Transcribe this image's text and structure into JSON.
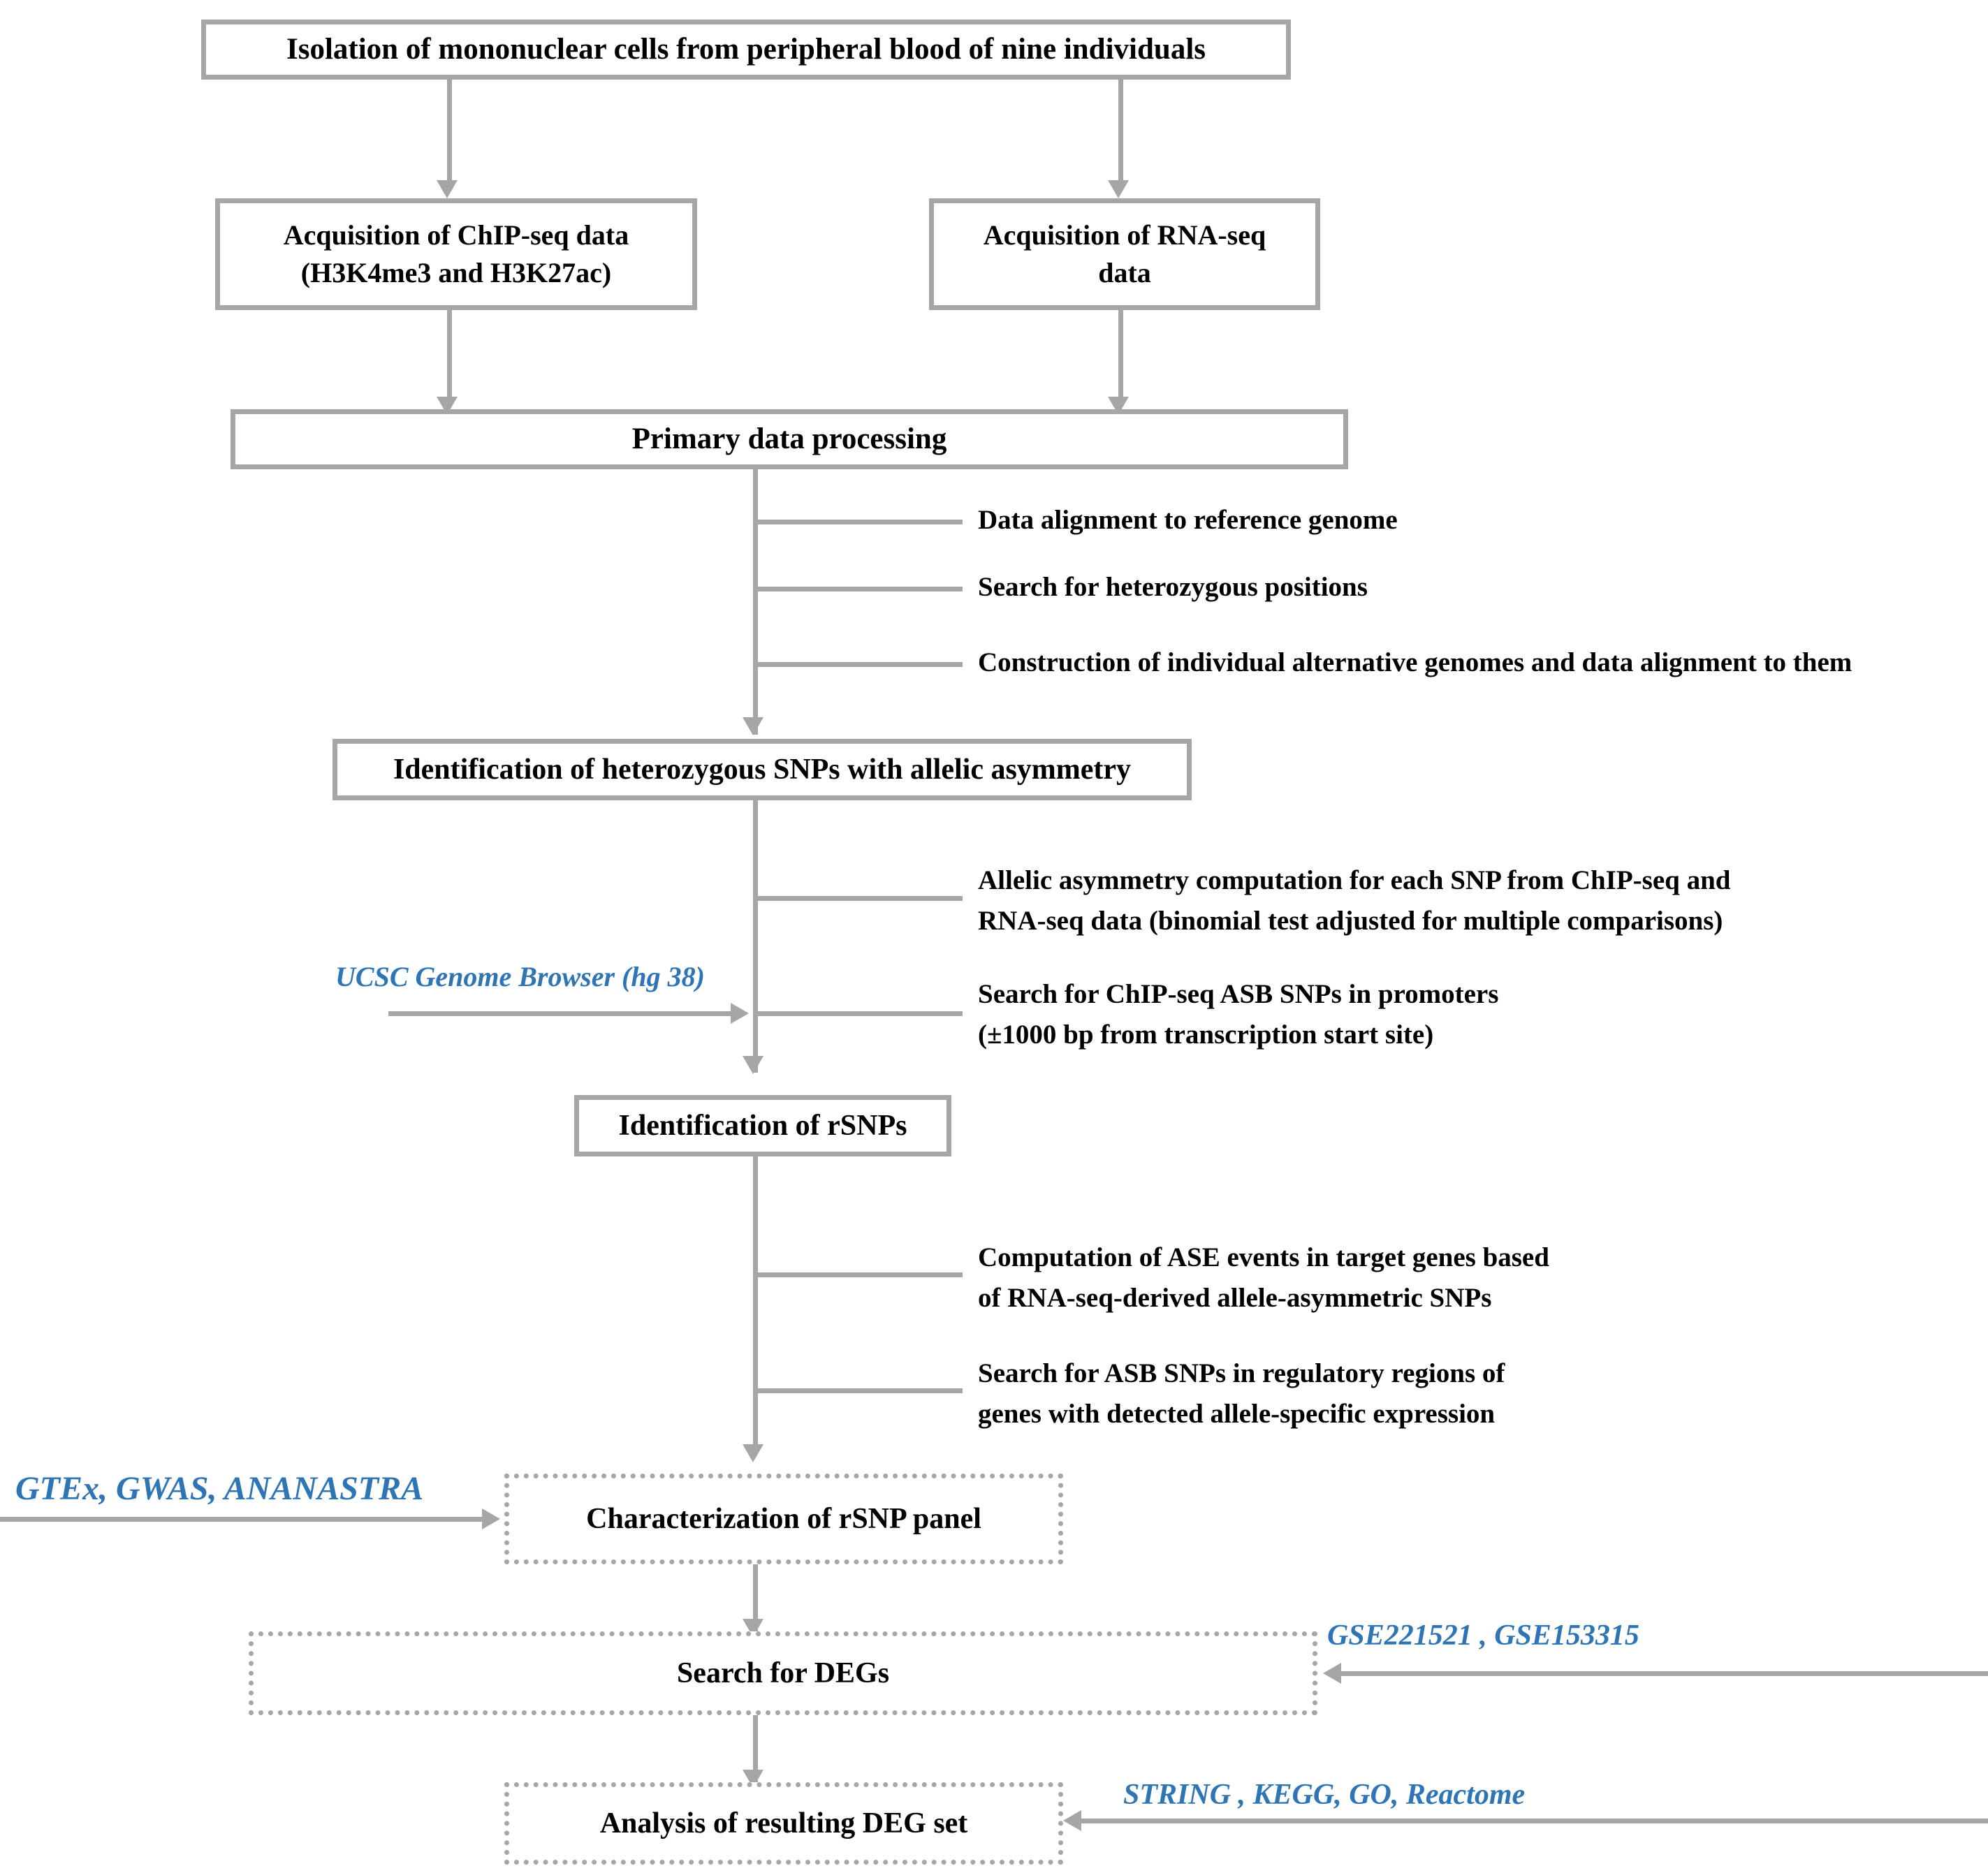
{
  "diagram": {
    "title": "Study workflow flowchart",
    "colors": {
      "box_border": "#a6a6a6",
      "connector": "#a6a6a6",
      "text": "#000000",
      "source_label": "#2e75b6",
      "background": "#ffffff"
    },
    "boxes": {
      "isolation": "Isolation of mononuclear cells from peripheral blood of nine individuals",
      "chip_seq": "Acquisition of ChIP-seq data\n(H3K4me3  and H3K27ac)",
      "rna_seq": "Acquisition of RNA-seq\ndata",
      "primary_processing": "Primary data processing",
      "het_snps": "Identification  of heterozygous SNPs with allelic asymmetry",
      "rsnps": "Identification  of rSNPs",
      "characterization": "Characterization  of rSNP panel",
      "search_degs": "Search for DEGs",
      "analysis_degs": "Analysis of resulting DEG  set"
    },
    "annotations": {
      "data_alignment": "Data  alignment to reference genome",
      "het_positions": "Search for heterozygous positions",
      "alt_genomes": "Construction of individual  alternative genomes and  data  alignment to them",
      "allelic_asymmetry": "Allelic asymmetry computation  for each SNP from  ChIP-seq  and\nRNA-seq data (binomial  test adjusted  for multiple  comparisons)",
      "promoter_search": "Search for ChIP-seq  ASB SNPs in promoters\n(±1000 bp  from  transcription  start site)",
      "ase_events": "Computation   of ASE  events  in target genes based\nof RNA-seq-derived  allele-asymmetric  SNPs",
      "asb_regulatory": "Search for ASB SNPs in regulatory  regions of\ngenes with  detected  allele-specific expression"
    },
    "sources": {
      "ucsc": "UCSC Genome Browser (hg 38)",
      "gtex": "GTEx, GWAS, ANANASTRA",
      "gse": "GSE221521 , GSE153315",
      "string": "STRING , KEGG, GO, Reactome"
    }
  }
}
